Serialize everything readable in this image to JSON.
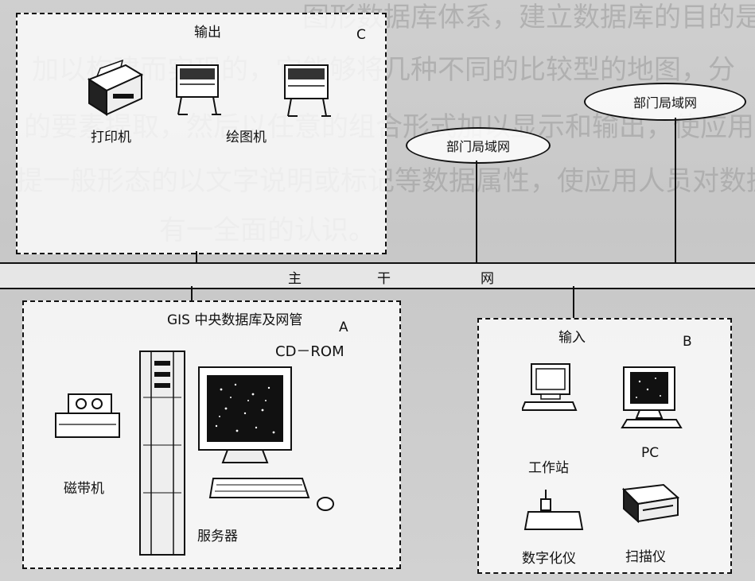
{
  "background_text_lines": [
    "图形数据库体系，建立数据库的目的是将全部的数据按一定结构存",
    "加以构建而实现的，它能够将几种不同的比较型的地图，分",
    "的要素提取，然后以任意的组合形式加以显示和输出，使应用",
    "提一般形态的以文字说明或标记等数据属性，使应用人员对数据",
    "有一全面的认识。"
  ],
  "labels": {
    "output": "输出",
    "C": "C",
    "printer": "打印机",
    "plotter": "绘图机",
    "lan_left": "部门局域网",
    "lan_right": "部门局域网",
    "bus_main": "主",
    "bus_trunk": "干",
    "bus_net": "网",
    "gis": "GIS 中央数据库及网管",
    "A": "A",
    "cdrom": "CD－ROM",
    "tape": "磁带机",
    "server": "服务器",
    "input": "输入",
    "B": "B",
    "workstation": "工作站",
    "pc": "PC",
    "digitizer": "数字化仪",
    "scanner": "扫描仪"
  },
  "colors": {
    "ink": "#111111",
    "paper": "#ffffff",
    "screen": "#111111"
  }
}
